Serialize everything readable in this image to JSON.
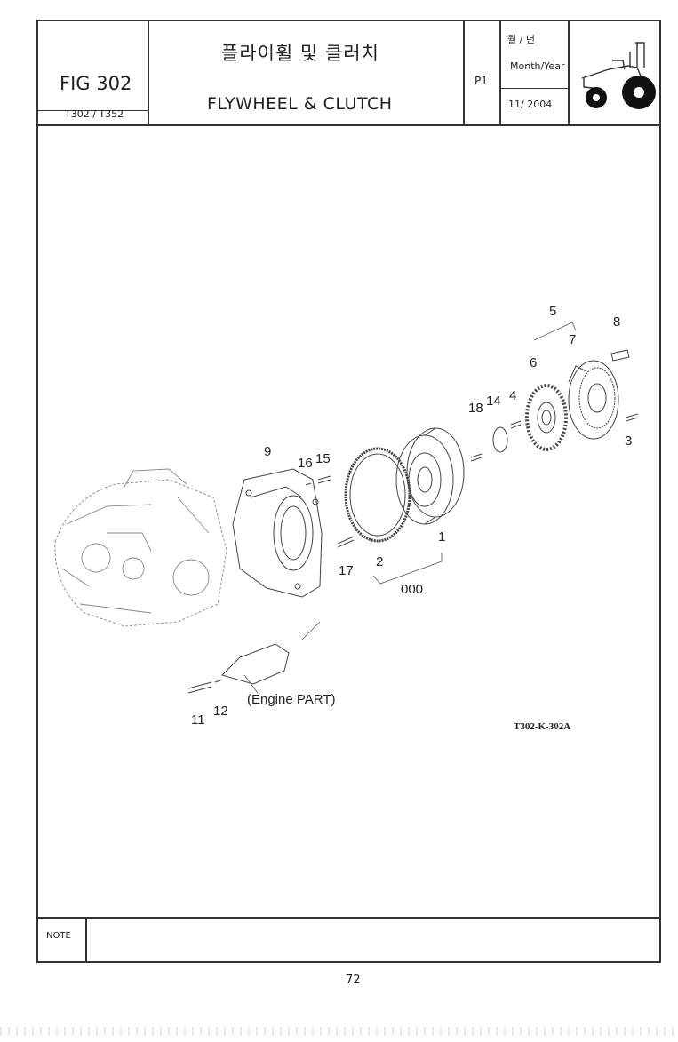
{
  "header": {
    "fig_title": "FIG 302",
    "models": "T302 / T352",
    "title_kr": "플라이휠 및 클러치",
    "title_en": "FLYWHEEL & CLUTCH",
    "page_code": "P1",
    "month_year_kr": "월 / 년",
    "month_year_label": "Month/Year",
    "month_year_value": "11/ 2004"
  },
  "diagram": {
    "callouts": [
      "5",
      "8",
      "7",
      "6",
      "18",
      "14",
      "4",
      "3",
      "9",
      "16",
      "15",
      "1",
      "2",
      "17",
      "000",
      "11",
      "12"
    ],
    "engine_label": "(Engine PART)",
    "ref_code": "T302-K-302A"
  },
  "footer": {
    "note_label": "NOTE",
    "page_number": "72"
  }
}
